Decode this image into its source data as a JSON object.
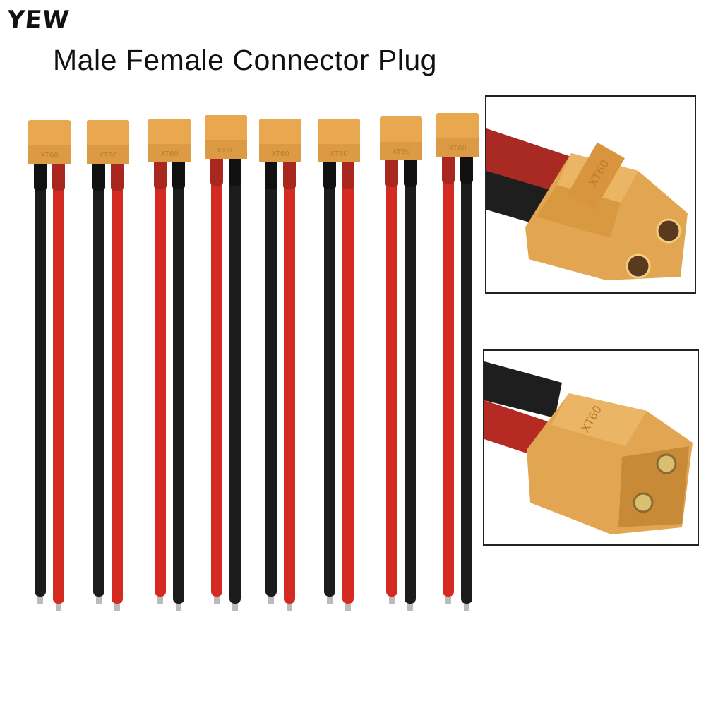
{
  "brand": {
    "logo_text": "YEW"
  },
  "header": {
    "title": "Male Female Connector Plug"
  },
  "product": {
    "connector_model": "XT60",
    "connector_color": "#e9a84f",
    "wire_colors": {
      "red": "#d42a22",
      "black": "#1c1c1c"
    },
    "cables": [
      {
        "type": "female",
        "wires": [
          "black",
          "red"
        ]
      },
      {
        "type": "male",
        "wires": [
          "black",
          "red"
        ]
      },
      {
        "type": "female",
        "wires": [
          "red",
          "black"
        ]
      },
      {
        "type": "male",
        "wires": [
          "red",
          "black"
        ]
      },
      {
        "type": "female",
        "wires": [
          "black",
          "red"
        ]
      },
      {
        "type": "female",
        "wires": [
          "black",
          "red"
        ]
      },
      {
        "type": "male",
        "wires": [
          "red",
          "black"
        ]
      },
      {
        "type": "male",
        "wires": [
          "red",
          "black"
        ]
      }
    ]
  },
  "insets": [
    {
      "label": "female-plug-closeup"
    },
    {
      "label": "male-plug-closeup"
    }
  ]
}
